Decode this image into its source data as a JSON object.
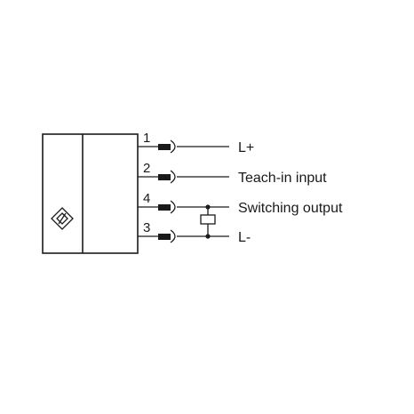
{
  "pins": [
    {
      "number": "1",
      "label": "L+"
    },
    {
      "number": "2",
      "label": "Teach-in input"
    },
    {
      "number": "4",
      "label": "Switching output"
    },
    {
      "number": "3",
      "label": "L-"
    }
  ],
  "sensor_symbol": "capacitive-sensor-diamond-icon",
  "load_symbol": "load-resistor-icon",
  "line_color": "#1a1a1a"
}
